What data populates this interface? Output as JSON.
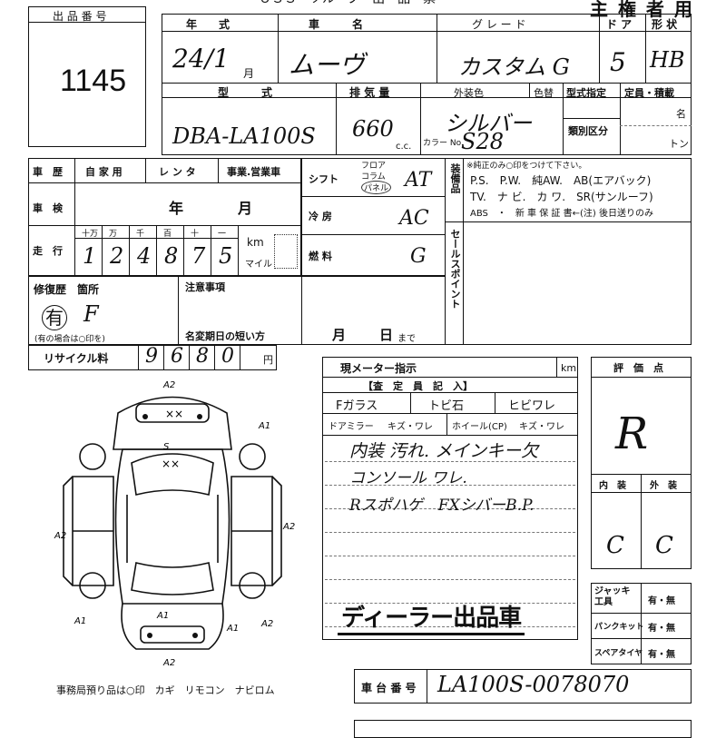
{
  "header": {
    "title_top": "ＵＳＳ　ソルーブ　出　品　票",
    "owner_copy": "主 権 者 用"
  },
  "lot": {
    "label": "出 品 番 号",
    "number": "1145"
  },
  "car": {
    "year_label": "年　　式",
    "year_value": "24/1",
    "month_suffix": "月",
    "name_label": "車　　　名",
    "name_value": "ムーヴ",
    "grade_label": "グ レ ー ド",
    "grade_value": "カスタム G",
    "door_label": "ド ア",
    "door_value": "5",
    "shape_label": "形 状",
    "shape_value": "HB",
    "model_label": "型　　　式",
    "model_value": "DBA-LA100S",
    "displacement_label": "排 気 量",
    "displacement_value": "660",
    "cc": "c.c.",
    "color_label": "外装色",
    "color_value": "シルバー",
    "color_change_label": "色替",
    "color_no_label": "カラー No.",
    "color_no_value": "S28",
    "type_spec_label": "型式指定",
    "class_label": "類別区分",
    "capacity_label": "定員・積載",
    "capacity_unit1": "名",
    "capacity_unit2": "トン"
  },
  "history": {
    "label": "車　歴",
    "opt1": "自 家 用",
    "opt2": "レ ン タ",
    "opt3": "事業.営業車",
    "inspection_label": "車　検",
    "inspection_year": "年",
    "inspection_month": "月",
    "mileage_label": "走　行",
    "digit_headers": [
      "十万",
      "万",
      "千",
      "百",
      "十",
      "一"
    ],
    "mileage_digits": [
      "1",
      "2",
      "4",
      "8",
      "7",
      "5"
    ],
    "km": "km",
    "mile": "マイル"
  },
  "equip": {
    "shift_label": "シフト",
    "shift_opts": [
      "フロア",
      "コラム",
      "パネル"
    ],
    "shift_value": "AT",
    "ac_label": "冷 房",
    "ac_value": "AC",
    "fuel_label": "燃 料",
    "fuel_value": "G",
    "side_label": "装備品",
    "note": "※純正のみ○印をつけて下さい。",
    "line1": "P.S.　P.W.　純AW.　AB(エアバック)",
    "line2": "TV.　ナ ビ.　カ ワ.　SR(サンルーフ)",
    "line3": "ABS　・　新 車 保 証 書←(注) 後日送りのみ"
  },
  "sales_point": {
    "label": "セールスポイント"
  },
  "repair": {
    "label": "修復歴　箇所",
    "value": "有",
    "suffix": "F",
    "note": "(有の場合は○印を)",
    "caution_label": "注意事項",
    "deadline_label": "名変期日の短い方",
    "month": "月",
    "day": "日",
    "made": "まで"
  },
  "recycle": {
    "label": "リサイクル料",
    "digits": [
      "9",
      "6",
      "8",
      "0"
    ],
    "yen": "円"
  },
  "inspector": {
    "meter_label": "現メーター指示",
    "km": "km",
    "heading": "【査　定　員　記　入】",
    "row1": [
      "Fガラス",
      "トビ石",
      "ヒビワレ"
    ],
    "row2": [
      "ドアミラー",
      "キズ・ワレ",
      "ホイール(CP)",
      "キズ・ワレ"
    ],
    "notes": [
      "内装 汚れ. メインキー欠",
      "コンソール ワレ.",
      "Rスポハゲ　FXシバーB.P."
    ],
    "stamp": "ディーラー出品車"
  },
  "grades": {
    "label": "評　価　点",
    "score": "R",
    "interior_label": "内　装",
    "exterior_label": "外　装",
    "interior": "C",
    "exterior": "C"
  },
  "extras": {
    "jack_label": "ジャッキ工具",
    "puncture_label": "パンクキット",
    "spare_label": "スペアタイヤ",
    "choice": "有・無"
  },
  "diagram": {
    "labels": [
      "A2",
      "A1",
      "A2",
      "A1",
      "A2",
      "A1",
      "A1",
      "A2",
      "A2",
      "S",
      "A1"
    ],
    "marks": [
      "××",
      "××"
    ]
  },
  "office": {
    "text": "事務局預り品は○印　カギ　リモコン　ナビロム"
  },
  "chassis": {
    "label": "車 台 番 号",
    "value": "LA100S-0078070"
  }
}
